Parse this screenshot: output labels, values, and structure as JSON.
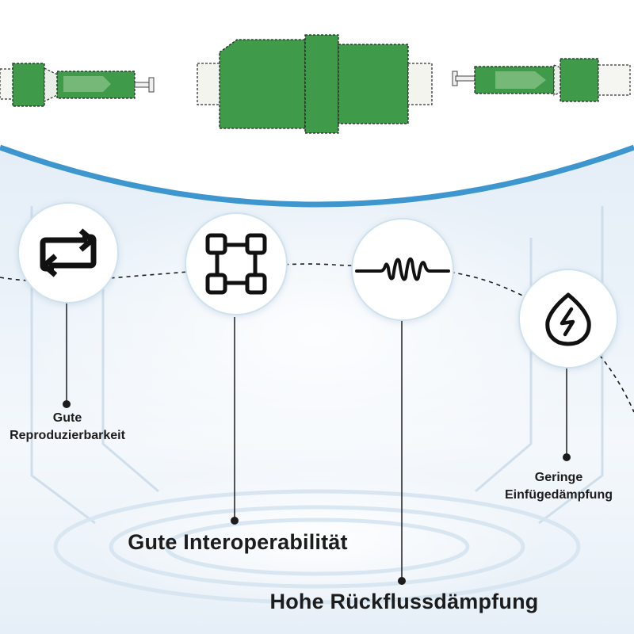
{
  "colors": {
    "arc_blue": "#3e96cf",
    "connector_green": "#3f9a4a",
    "line_dark": "#1c1c1c"
  },
  "icons": [
    "repeat-arrows-icon",
    "node-square-icon",
    "signal-wave-icon",
    "drop-energy-icon"
  ],
  "features": [
    {
      "id": "reproducibility",
      "label_lines": [
        "Gute",
        "Reproduzierbarkeit"
      ]
    },
    {
      "id": "interoperability",
      "label_lines": [
        "Gute Interoperabilität"
      ]
    },
    {
      "id": "return_loss",
      "label_lines": [
        "Hohe Rückflussdämpfung"
      ]
    },
    {
      "id": "insertion_loss",
      "label_lines": [
        "Geringe",
        "Einfügedämpfung"
      ]
    }
  ]
}
